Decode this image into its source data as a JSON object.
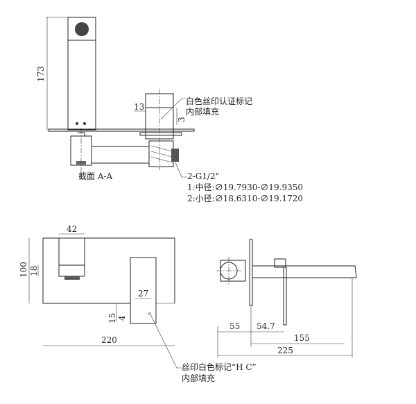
{
  "section_view": {
    "dim_height": "173",
    "dim_13": "13",
    "dim_3": "3",
    "cert_note_line1": "白色丝印认证标记",
    "cert_note_line2": "内部填充",
    "section_label": "截面  A-A",
    "thread_spec": "2-G1/2\"",
    "thread_line1": "1:中径:∅19.7930-∅19.9350",
    "thread_line2": "2:小径:∅18.6310-∅19.1720"
  },
  "front_view": {
    "dim_42": "42",
    "dim_100": "100",
    "dim_18": "18",
    "dim_27": "27",
    "dim_15": "15",
    "dim_4": "4",
    "dim_220": "220",
    "hc_note_line1": "丝印白色标记“H C”",
    "hc_note_line2": "内部填充"
  },
  "side_view": {
    "dim_55": "55",
    "dim_54_7": "54.7",
    "dim_155": "155",
    "dim_225": "225"
  }
}
